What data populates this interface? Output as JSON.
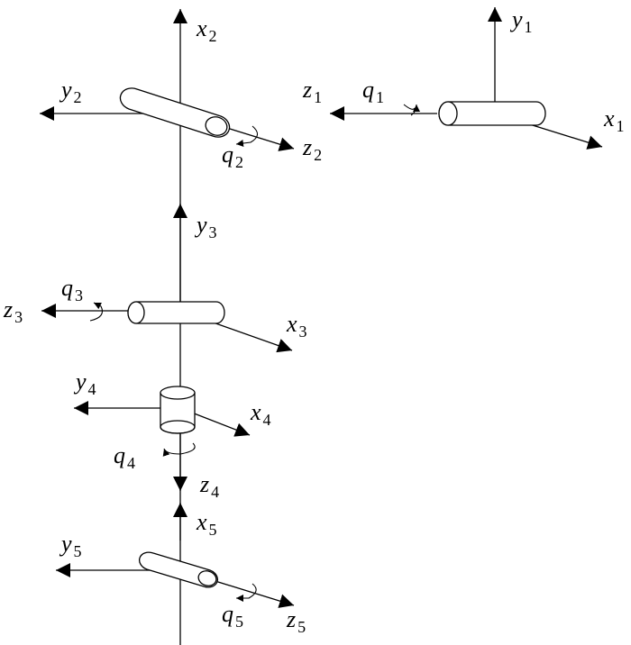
{
  "diagram": {
    "frames": [
      {
        "id": 1,
        "x": "x",
        "y": "y",
        "z": "z",
        "sub": "1",
        "q": "q"
      },
      {
        "id": 2,
        "x": "x",
        "y": "y",
        "z": "z",
        "sub": "2",
        "q": "q"
      },
      {
        "id": 3,
        "x": "x",
        "y": "y",
        "z": "z",
        "sub": "3",
        "q": "q"
      },
      {
        "id": 4,
        "x": "x",
        "y": "y",
        "z": "z",
        "sub": "4",
        "q": "q"
      },
      {
        "id": 5,
        "x": "x",
        "y": "y",
        "z": "z",
        "sub": "5",
        "q": "q"
      }
    ]
  }
}
